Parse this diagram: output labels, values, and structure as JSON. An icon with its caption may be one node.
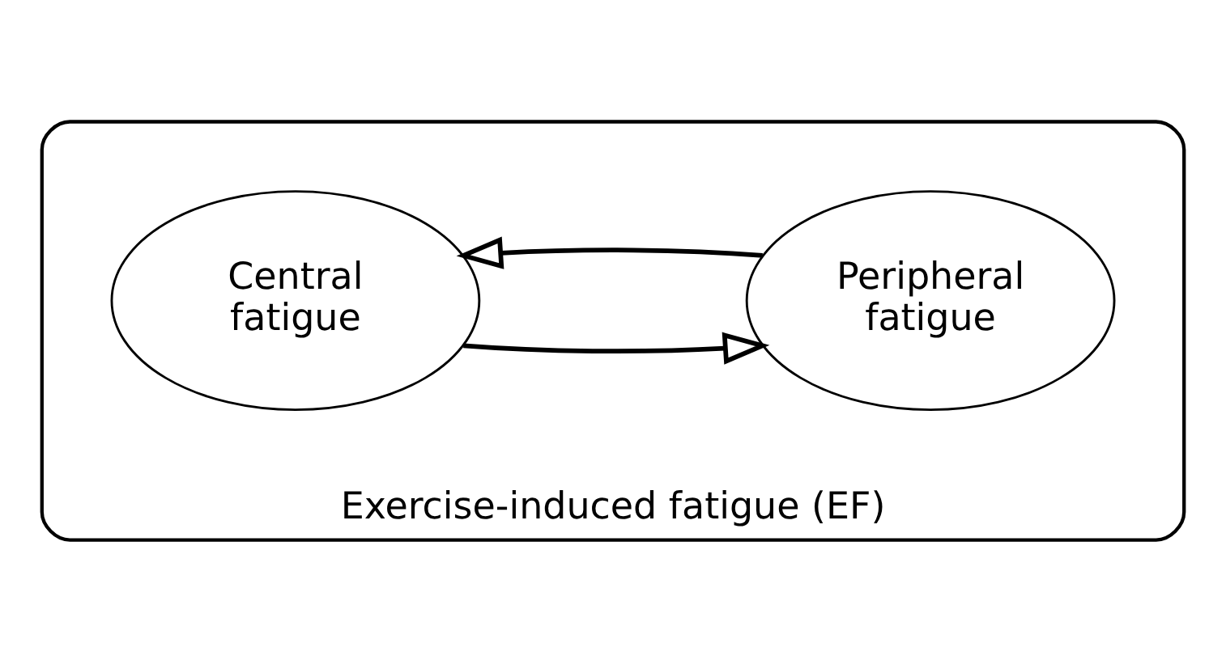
{
  "diagram": {
    "nodes": [
      {
        "text": [
          "Exercise-induced fatigue (EF)"
        ]
      },
      {
        "text": [
          "Central fatigue"
        ],
        "in": 0
      },
      {
        "text": [
          "Peripheral fatigue"
        ],
        "in": 0
      }
    ],
    "edges": [
      {
        "from": 1,
        "to": 2,
        "arrow": "to"
      },
      {
        "from": 2,
        "to": 1,
        "arrow": "to"
      }
    ]
  }
}
